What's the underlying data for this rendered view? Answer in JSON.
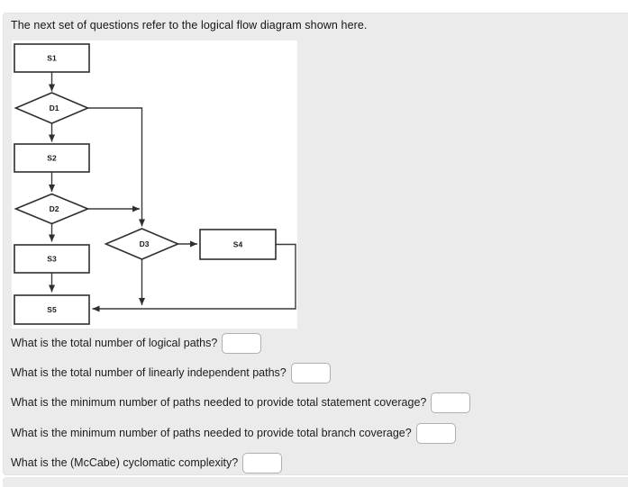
{
  "page": {
    "instruction": "The next set of questions refer to the logical flow diagram shown here."
  },
  "colors": {
    "panel_bg": "#ebebeb",
    "canvas_bg": "#ffffff",
    "diagram_line": "#333333",
    "input_border": "#b0b0b0",
    "text": "#1c1c1c"
  },
  "diagram": {
    "description": "logical flow diagram",
    "nodes": {
      "s1": "S1",
      "d1": "D1",
      "s2": "S2",
      "d2": "D2",
      "s3": "S3",
      "d3": "D3",
      "s4": "S4",
      "s5": "S5"
    },
    "edges": [
      "S1 -> D1",
      "D1 -> S2",
      "D1 -> D3",
      "S2 -> D2",
      "D2 -> S3",
      "D2 -> D3",
      "S3 -> S5",
      "D3 -> S4",
      "D3 -> S5",
      "S4 -> S5"
    ]
  },
  "questions": [
    {
      "label": "What is the total number of logical paths?",
      "value": ""
    },
    {
      "label": "What is the total number of linearly independent paths?",
      "value": ""
    },
    {
      "label": "What is the minimum number of paths needed to provide total statement coverage?",
      "value": ""
    },
    {
      "label": "What is the minimum number of paths needed to provide total branch coverage?",
      "value": ""
    },
    {
      "label": "What is the (McCabe) cyclomatic complexity?",
      "value": ""
    }
  ]
}
